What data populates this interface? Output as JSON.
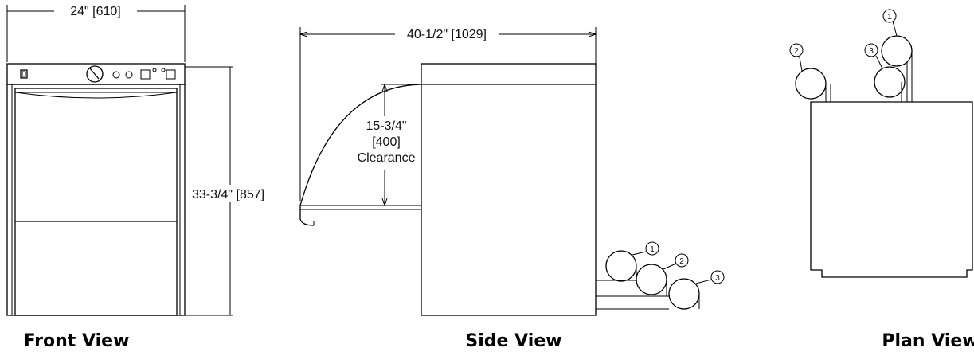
{
  "views": {
    "front": {
      "title": "Front View",
      "width_dim": "24\" [610]",
      "height_dim": "33-3/4\" [857]"
    },
    "side": {
      "title": "Side View",
      "depth_dim": "40-1/2\" [1029]",
      "clearance_line1": "15-3/4\"",
      "clearance_line2": "[400]",
      "clearance_line3": "Clearance",
      "callouts": [
        "1",
        "2",
        "3"
      ]
    },
    "plan": {
      "title": "Plan View",
      "callouts": [
        "1",
        "2",
        "3"
      ]
    }
  }
}
